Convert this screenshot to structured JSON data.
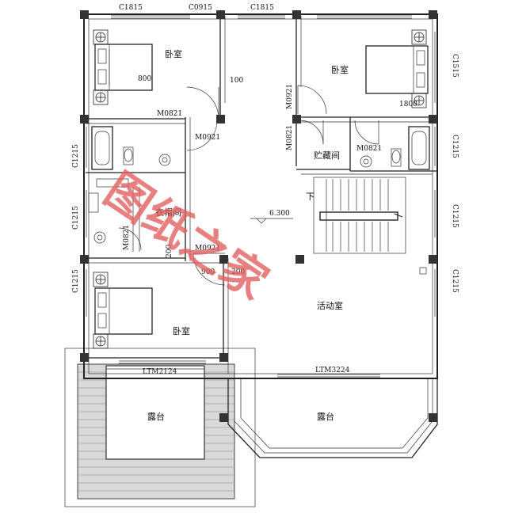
{
  "rooms": {
    "bedroom_tl": "卧室",
    "bedroom_tr": "卧室",
    "bedroom_bl": "卧室",
    "closet": "衣帽间",
    "storage": "贮藏间",
    "activity": "活动室",
    "terrace_left": "露台",
    "terrace_right": "露台"
  },
  "windows": {
    "top_1": "C1815",
    "top_2": "C0915",
    "top_3": "C1815",
    "right_1": "C1515",
    "right_2": "C1215",
    "right_3": "C1215",
    "right_4": "C1215",
    "left_1": "C1215",
    "left_2": "C1215",
    "left_3": "C1215"
  },
  "doors": {
    "m0821_a": "M0821",
    "m0921_a": "M0921",
    "m0921_b": "M0921",
    "m0821_b": "M0821",
    "m0821_c": "M0821",
    "m0821_d": "M0821",
    "m0921_c": "M0921",
    "ltm2124": "LTM2124",
    "ltm3224": "LTM3224"
  },
  "dims": {
    "d800": "800",
    "d100": "100",
    "d1800": "1800",
    "d200a": "200",
    "d900": "900",
    "d200b": "200"
  },
  "stair": {
    "down": "下",
    "level": "6.300"
  },
  "watermark": "图纸之家"
}
